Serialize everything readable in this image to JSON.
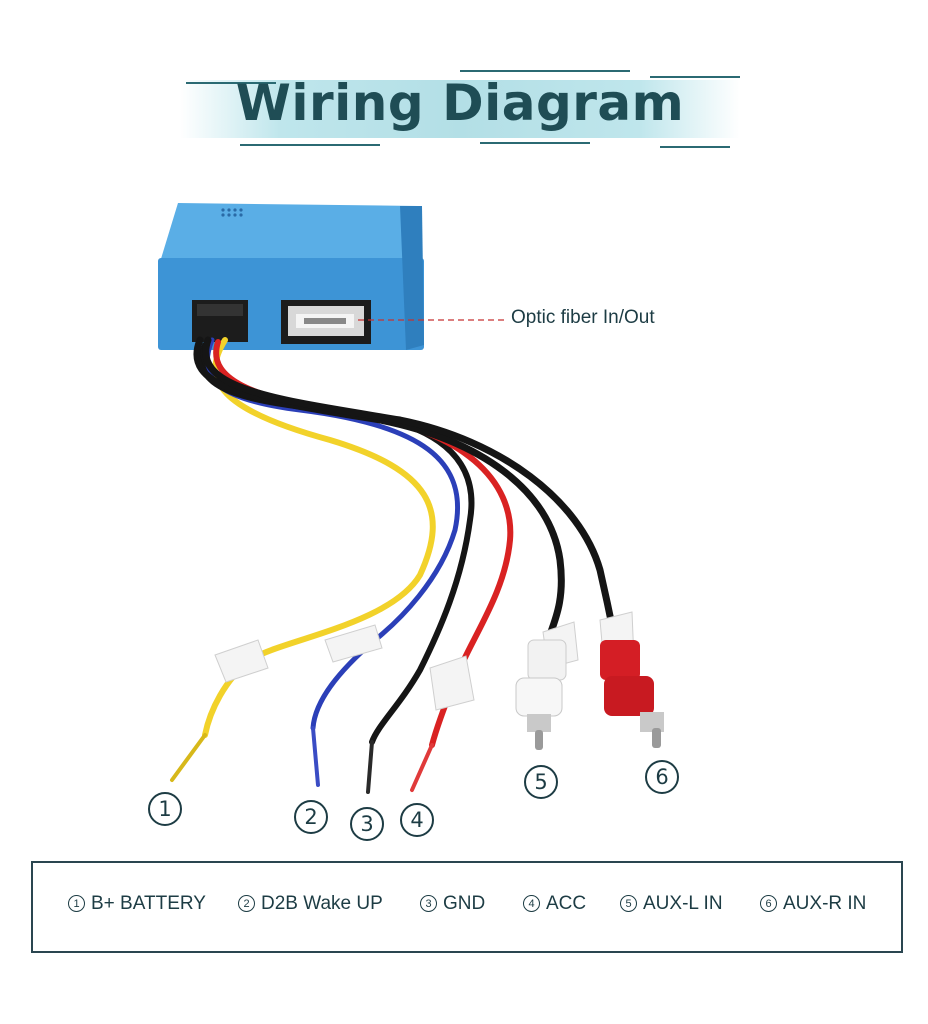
{
  "title": "Wiring Diagram",
  "optic_label": "Optic fiber In/Out",
  "numbers": [
    "1",
    "2",
    "3",
    "4",
    "5",
    "6"
  ],
  "legend": [
    {
      "num": "1",
      "label": "B+ BATTERY"
    },
    {
      "num": "2",
      "label": "D2B Wake UP"
    },
    {
      "num": "3",
      "label": "GND"
    },
    {
      "num": "4",
      "label": "ACC"
    },
    {
      "num": "5",
      "label": "AUX-L IN"
    },
    {
      "num": "6",
      "label": "AUX-R IN"
    }
  ],
  "colors": {
    "title": "#1f4d55",
    "box": "#3d94d6",
    "wire_yellow": "#f2d22a",
    "wire_blue": "#2b3fb8",
    "wire_black": "#151515",
    "wire_red": "#d92222",
    "rca_white": "#f2f2f2",
    "rca_red": "#d41e25"
  }
}
